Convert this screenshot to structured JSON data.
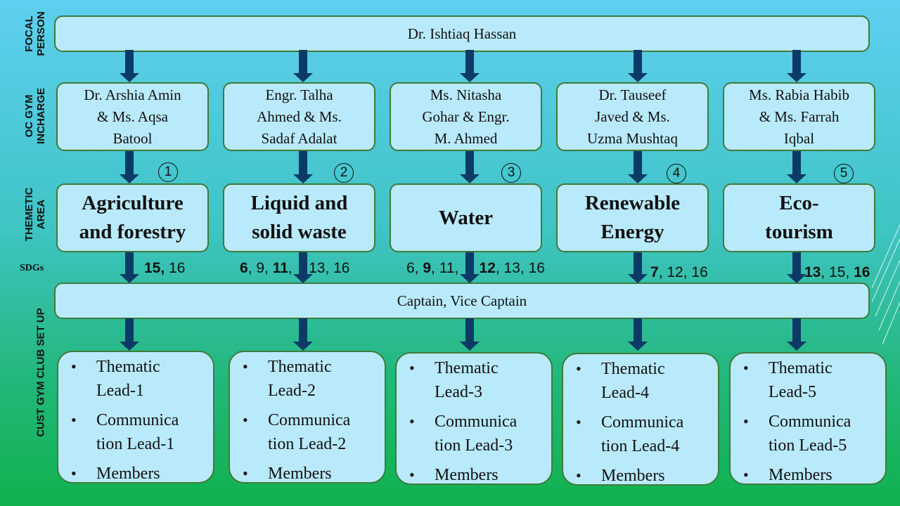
{
  "side_labels": {
    "focal": [
      "FOCAL",
      "PERSON"
    ],
    "oc": [
      "OC GYM",
      "INCHARGE"
    ],
    "theme": [
      "THEMETIC",
      "AREA"
    ],
    "club": "CUST GYM CLUB SET UP"
  },
  "sdgs_label": "SDGs",
  "focal_person": "Dr. Ishtiaq Hassan",
  "captain": "Captain, Vice Captain",
  "incharges": [
    [
      "Dr. Arshia Amin",
      "& Ms. Aqsa",
      "Batool"
    ],
    [
      "Engr. Talha",
      "Ahmed & Ms.",
      "Sadaf Adalat"
    ],
    [
      "Ms. Nitasha",
      "Gohar & Engr.",
      "M. Ahmed"
    ],
    [
      "Dr. Tauseef",
      "Javed & Ms.",
      "Uzma Mushtaq"
    ],
    [
      "Ms. Rabia Habib",
      "& Ms. Farrah",
      "Iqbal"
    ]
  ],
  "numbers": [
    "1",
    "2",
    "3",
    "4",
    "5"
  ],
  "themes": [
    [
      "Agriculture",
      "and forestry"
    ],
    [
      "Liquid and",
      "solid waste"
    ],
    [
      "Water"
    ],
    [
      "Renewable",
      "Energy"
    ],
    [
      "Eco-",
      "tourism"
    ]
  ],
  "sdgs": [
    [
      {
        "t": "15,",
        "b": true
      },
      {
        "t": " 16",
        "b": false
      }
    ],
    [
      {
        "t": "6",
        "b": true
      },
      {
        "t": ", 9, ",
        "b": false
      },
      {
        "t": "11",
        "b": true
      },
      {
        "t": ",    13, 16",
        "b": false
      }
    ],
    [
      {
        "t": "6, ",
        "b": false
      },
      {
        "t": "9",
        "b": true
      },
      {
        "t": ", 11,     ",
        "b": false
      },
      {
        "t": "12",
        "b": true
      },
      {
        "t": ", 13, 16",
        "b": false
      }
    ],
    [
      {
        "t": "7",
        "b": true
      },
      {
        "t": ", 12, 16",
        "b": false
      }
    ],
    [
      {
        "t": "13",
        "b": true
      },
      {
        "t": ", 15, ",
        "b": false
      },
      {
        "t": "16",
        "b": true
      }
    ]
  ],
  "leads": [
    [
      "Thematic Lead-1",
      "Communica tion Lead-1",
      "Members"
    ],
    [
      "Thematic Lead-2",
      "Communica tion Lead-2",
      "Members"
    ],
    [
      "Thematic Lead-3",
      "Communica tion Lead-3",
      "Members"
    ],
    [
      "Thematic Lead-4",
      "Communica tion Lead-4",
      "Members"
    ],
    [
      "Thematic Lead-5",
      "Communica tion Lead-5",
      "Members"
    ]
  ],
  "lead_lines": [
    [
      [
        "Thematic",
        "Lead-1"
      ],
      [
        "Communica",
        "tion Lead-1"
      ],
      [
        "Members"
      ]
    ],
    [
      [
        "Thematic",
        "Lead-2"
      ],
      [
        "Communica",
        "tion Lead-2"
      ],
      [
        "Members"
      ]
    ],
    [
      [
        "Thematic",
        "Lead-3"
      ],
      [
        "Communica",
        "tion Lead-3"
      ],
      [
        "Members"
      ]
    ],
    [
      [
        "Thematic",
        "Lead-4"
      ],
      [
        "Communica",
        "tion Lead-4"
      ],
      [
        "Members"
      ]
    ],
    [
      [
        "Thematic",
        "Lead-5"
      ],
      [
        "Communica",
        "tion Lead-5"
      ],
      [
        "Members"
      ]
    ]
  ],
  "colors": {
    "box_fill": "#b9eafb",
    "box_border": "#3f7a3a",
    "arrow": "#0c3a66",
    "bg_top": "#5ecff0",
    "bg_bottom": "#10b24e"
  }
}
